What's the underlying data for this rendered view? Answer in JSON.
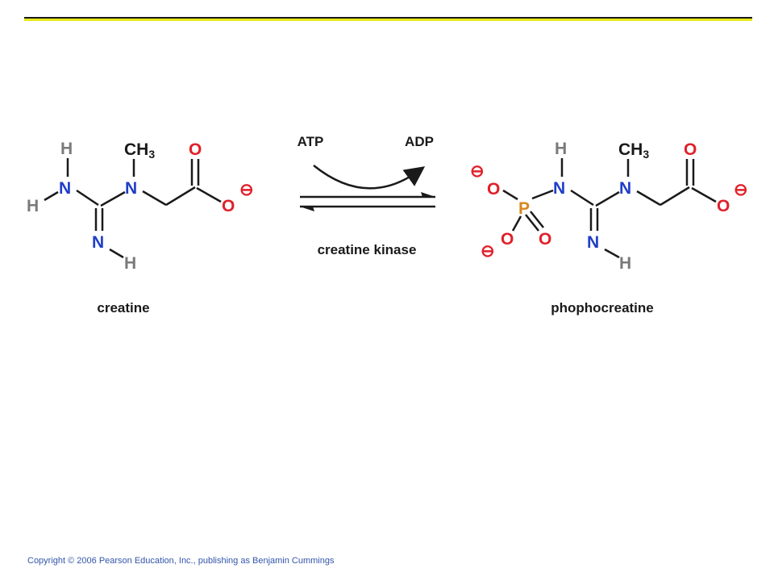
{
  "colors": {
    "nitrogen": "#1f3ec8",
    "oxygen": "#e0202a",
    "hydrogen": "#7a7a7a",
    "carbon": "#1a1a1a",
    "phosphorus": "#d9861e",
    "rule_yellow": "#e8e81a"
  },
  "reaction": {
    "cofactor_in": "ATP",
    "cofactor_out": "ADP",
    "enzyme": "creatine kinase"
  },
  "creatine": {
    "name": "creatine",
    "atoms": {
      "h": "H",
      "n": "N",
      "o": "O",
      "ch3": "CH",
      "sub3": "3",
      "charge": "⊖"
    }
  },
  "phosphocreatine": {
    "name": "phophocreatine",
    "atoms": {
      "h": "H",
      "n": "N",
      "o": "O",
      "p": "P",
      "ch3": "CH",
      "sub3": "3",
      "charge": "⊖"
    }
  },
  "footer": {
    "copyright": "Copyright © 2006 Pearson Education, Inc., publishing as Benjamin Cummings"
  }
}
